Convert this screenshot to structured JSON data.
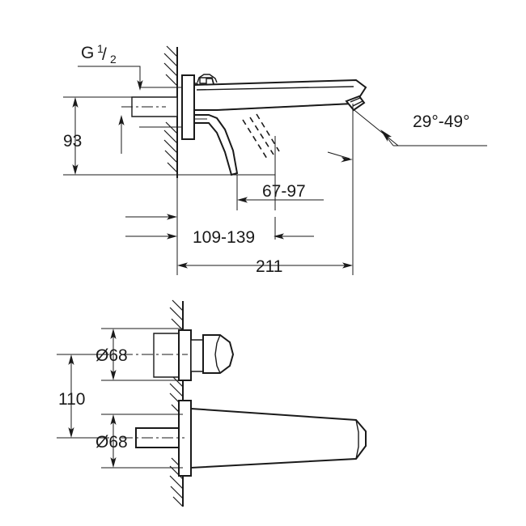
{
  "drawing": {
    "title": "Wall-mounted basin mixer technical dimension drawing",
    "units": "mm",
    "line_color": "#1a1a1a",
    "background_color": "#ffffff",
    "views": [
      {
        "name": "side-elevation-view",
        "position": "top"
      },
      {
        "name": "front-plan-view",
        "position": "bottom"
      }
    ]
  },
  "annotations": {
    "thread_label": {
      "prefix": "G",
      "numerator": "1",
      "slash": "/",
      "denominator": "2",
      "full": "G 1/2"
    },
    "height_93": "93",
    "projection_67_97": "67-97",
    "projection_109_139": "109-139",
    "total_length_211": "211",
    "angle_range": "29°-49°",
    "spacing_110": "110",
    "diameter_top": "Ø68",
    "diameter_bottom": "Ø68"
  },
  "dimension_values": {
    "height_mm": 93,
    "handle_projection_min_mm": 67,
    "handle_projection_max_mm": 97,
    "spout_projection_min_mm": 109,
    "spout_projection_max_mm": 139,
    "total_projection_mm": 211,
    "angle_min_deg": 29,
    "angle_max_deg": 49,
    "inlet_spacing_mm": 110,
    "escutcheon_diameter_mm": 68,
    "inlet_thread": "G 1/2"
  }
}
